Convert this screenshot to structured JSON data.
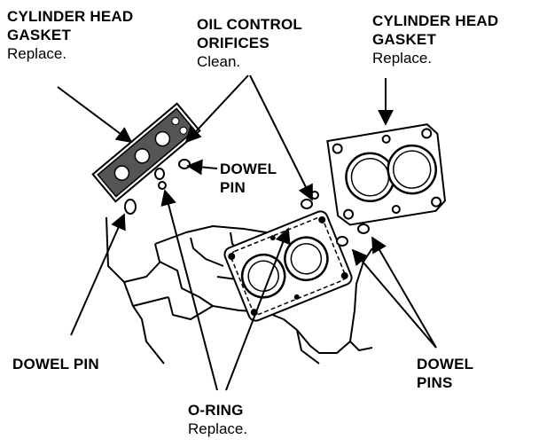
{
  "labels": {
    "head_gasket_left": {
      "line1": "CYLINDER HEAD",
      "line2": "GASKET",
      "note": "Replace."
    },
    "oil_orifices": {
      "line1": "OIL CONTROL",
      "line2": "ORIFICES",
      "note": "Clean."
    },
    "head_gasket_right": {
      "line1": "CYLINDER HEAD",
      "line2": "GASKET",
      "note": "Replace."
    },
    "dowel_pin_top": {
      "line1": "DOWEL",
      "line2": "PIN"
    },
    "dowel_pin_left": {
      "text": "DOWEL PIN"
    },
    "dowel_pins_right": {
      "line1": "DOWEL",
      "line2": "PINS"
    },
    "o_ring": {
      "line1": "O-RING",
      "note": "Replace."
    }
  }
}
